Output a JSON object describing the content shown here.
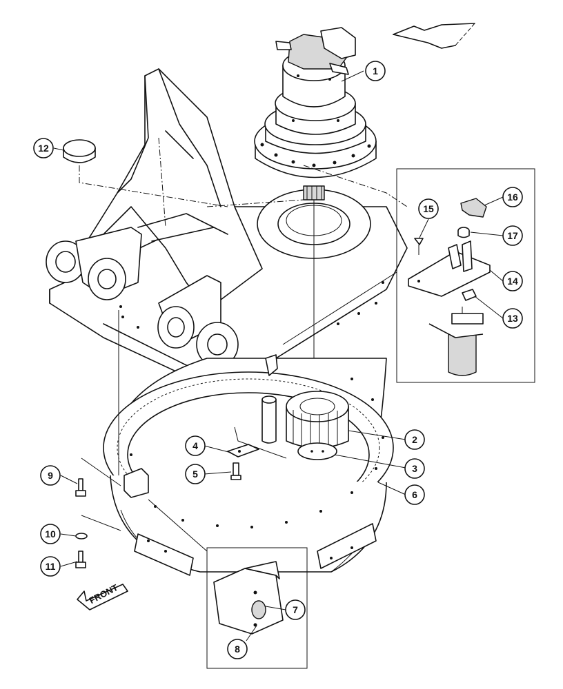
{
  "diagram": {
    "front_label": "FRONT",
    "callouts": [
      {
        "id": "1"
      },
      {
        "id": "2"
      },
      {
        "id": "3"
      },
      {
        "id": "4"
      },
      {
        "id": "5"
      },
      {
        "id": "6"
      },
      {
        "id": "7"
      },
      {
        "id": "8"
      },
      {
        "id": "9"
      },
      {
        "id": "10"
      },
      {
        "id": "11"
      },
      {
        "id": "12"
      },
      {
        "id": "13"
      },
      {
        "id": "14"
      },
      {
        "id": "15"
      },
      {
        "id": "16"
      },
      {
        "id": "17"
      }
    ]
  }
}
